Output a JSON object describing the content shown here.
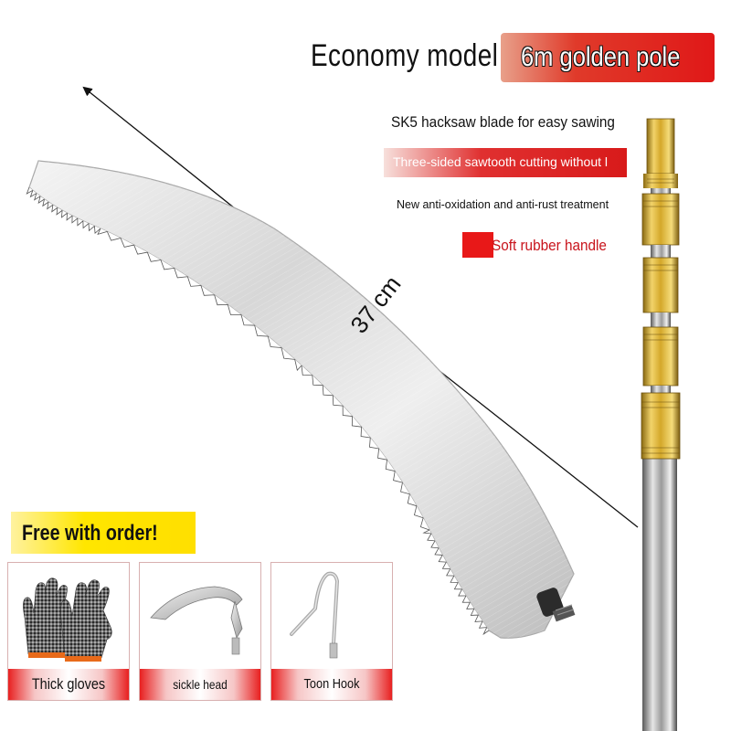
{
  "header": {
    "title": "Economy model",
    "badge": "6m golden pole"
  },
  "features": {
    "line1": "SK5 hacksaw blade for easy sawing",
    "line2": "Three-sided sawtooth cutting without l",
    "line3": "New anti-oxidation and anti-rust treatment",
    "line4": "Soft rubber handle"
  },
  "measurement": {
    "label": "37 cm"
  },
  "gifts": {
    "banner": "Free with order!",
    "items": [
      {
        "label": "Thick gloves"
      },
      {
        "label": "sickle head"
      },
      {
        "label": "Toon Hook"
      }
    ]
  },
  "colors": {
    "accent_red": "#e01818",
    "banner_yellow": "#ffe600",
    "pole_gold": "#d4a82a",
    "blade_silver": "#c8c8c8"
  }
}
